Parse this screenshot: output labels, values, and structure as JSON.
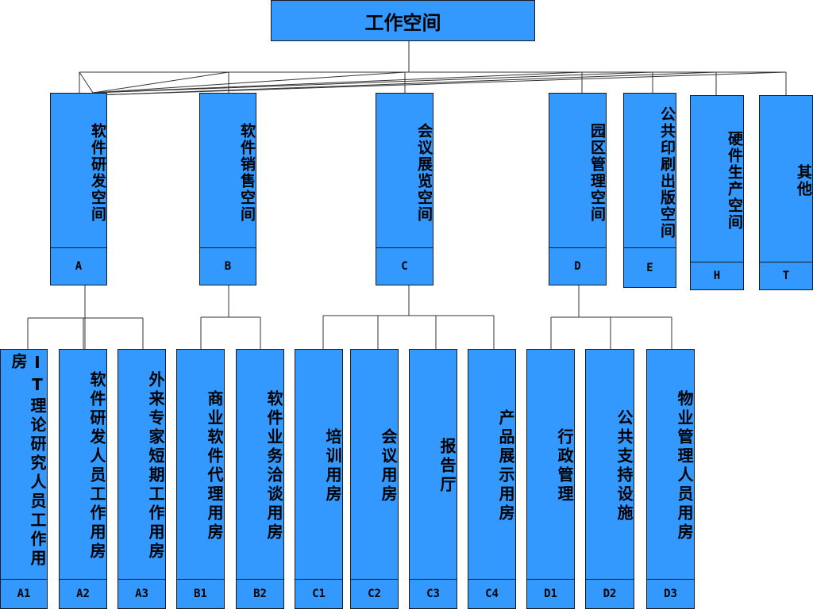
{
  "root": {
    "label": "工作空间"
  },
  "level1": [
    {
      "label": "软件研发空间",
      "code": "A"
    },
    {
      "label": "软件销售空间",
      "code": "B"
    },
    {
      "label": "会议展览空间",
      "code": "C"
    },
    {
      "label": "园区管理空间",
      "code": "D"
    },
    {
      "label": "公共印刷出版空间",
      "code": "E"
    },
    {
      "label": "硬件生产空间",
      "code": "H"
    },
    {
      "label": "其他",
      "code": "T"
    }
  ],
  "level2": [
    {
      "label": "IT理论研究人员工作用房",
      "code": "A1"
    },
    {
      "label": "软件研发人员工作用房",
      "code": "A2"
    },
    {
      "label": "外来专家短期工作用房",
      "code": "A3"
    },
    {
      "label": "商业软件代理用房",
      "code": "B1"
    },
    {
      "label": "软件业务洽谈用房",
      "code": "B2"
    },
    {
      "label": "培训用房",
      "code": "C1"
    },
    {
      "label": "会议用房",
      "code": "C2"
    },
    {
      "label": "报告厅",
      "code": "C3"
    },
    {
      "label": "产品展示用房",
      "code": "C4"
    },
    {
      "label": "行政管理",
      "code": "D1"
    },
    {
      "label": "公共支持设施",
      "code": "D2"
    },
    {
      "label": "物业管理人员用房",
      "code": "D3"
    }
  ],
  "colors": {
    "box": "#3399ff",
    "line": "#333333",
    "border": "#1a1a1a"
  }
}
